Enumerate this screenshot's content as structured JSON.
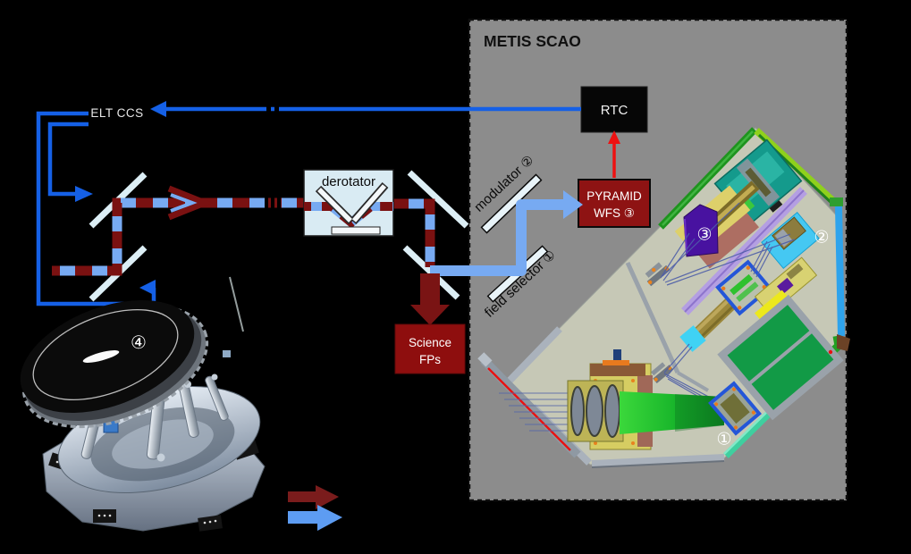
{
  "panel": {
    "title": "METIS SCAO"
  },
  "labels": {
    "elt_ccs": "ELT CCS",
    "derotator": "derotator",
    "modulator": "modulator ②",
    "field_selector": "field selector ①",
    "science_line1": "Science",
    "science_line2": "FPs",
    "wfs_line1": "PYRAMID",
    "wfs_line2": "WFS ③",
    "rtc": "RTC"
  },
  "badges": {
    "deformable_mirror": "④",
    "bench_unit_1": "①",
    "bench_unit_2": "②",
    "bench_unit_3": "③"
  },
  "colors": {
    "background": "#000000",
    "panel_gray": "#8c8c8c",
    "bench_surface": "#c6c8b6",
    "beam_light_blue": "#77aaf2",
    "beam_infrared_red": "#7a1111",
    "control_line_blue": "#1560e6",
    "wfs_signal_red": "#ee1111",
    "science_fps_box": "#8e0e0e",
    "pyramid_wfs_box": "#8e1313",
    "rtc_box": "#060606",
    "derotator_box": "#d9ebf3",
    "mirror_bar": "#dceef5",
    "legend_ir_arrow": "#7a1c1c",
    "legend_visible_arrow": "#5d9cf2"
  }
}
